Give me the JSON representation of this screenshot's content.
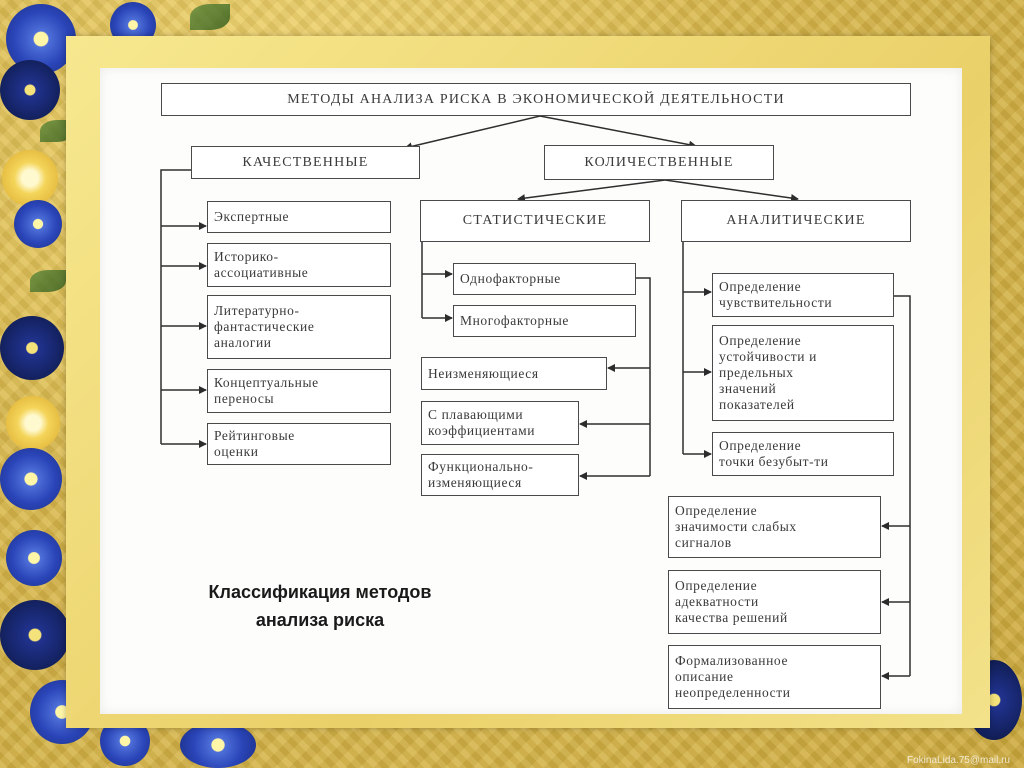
{
  "diagram": {
    "title": "МЕТОДЫ АНАЛИЗА РИСКА В ЭКОНОМИЧЕСКОЙ ДЕЯТЕЛЬНОСТИ",
    "qualitative": {
      "label": "КАЧЕСТВЕННЫЕ",
      "items": [
        "Экспертные",
        "Историко-\nассоциативные",
        "Литературно-\nфантастические\nаналогии",
        "Концептуальные\nпереносы",
        "Рейтинговые\nоценки"
      ]
    },
    "quantitative": {
      "label": "КОЛИЧЕСТВЕННЫЕ",
      "statistical": {
        "label": "СТАТИСТИЧЕСКИЕ",
        "items": [
          "Однофакторные",
          "Многофакторные",
          "Неизменяющиеся",
          "С плавающими\nкоэффициентами",
          "Функционально-\nизменяющиеся"
        ]
      },
      "analytical": {
        "label": "АНАЛИТИЧЕСКИЕ",
        "items": [
          "Определение\nчувствительности",
          "Определение\nустойчивости и\nпредельных\nзначений\nпоказателей",
          "Определение\nточки безубыт-ти",
          "Определение\nзначимости слабых\nсигналов",
          "Определение\nадекватности\nкачества решений",
          "Формализованное\nописание\nнеопределенности"
        ]
      }
    }
  },
  "caption": "Классификация методов\nанализа риска",
  "watermark": "FokinaLida.75@mail.ru"
}
